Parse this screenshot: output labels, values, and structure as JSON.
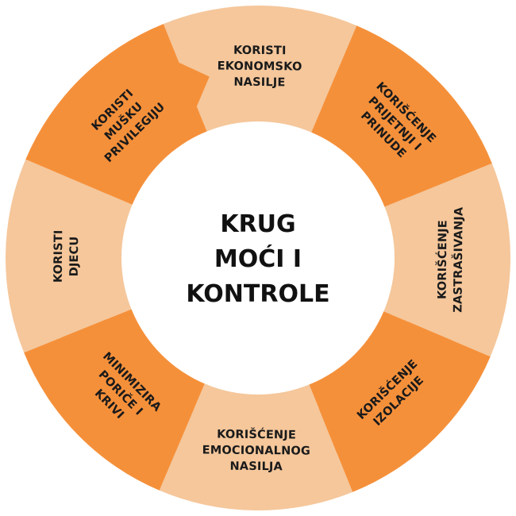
{
  "title_lines": [
    "KRUG",
    "MOĆI I",
    "KONTROLE"
  ],
  "colors": {
    "dark_orange": "#f5903a",
    "light_peach": "#f5c79b",
    "center": "#ffffff",
    "text": "#1a1a1a"
  },
  "segments": [
    {
      "id": "ekonomsko",
      "lines": [
        "KORISTI",
        "EKONOMSKO",
        "NASILJE"
      ],
      "tone": "light_peach"
    },
    {
      "id": "prijetnji",
      "lines": [
        "KORIŠĆENJE",
        "PRIJETNJI I",
        "PRINUDE"
      ],
      "tone": "dark_orange"
    },
    {
      "id": "zastrasivanja",
      "lines": [
        "KORIŠĆENJE",
        "ZASTRAŠIVANJA"
      ],
      "tone": "light_peach"
    },
    {
      "id": "izolacije",
      "lines": [
        "KORIŠĆENJE",
        "IZOLACIJE"
      ],
      "tone": "dark_orange"
    },
    {
      "id": "emocionalnog",
      "lines": [
        "KORIŠĆENJE",
        "EMOCIONALNOG",
        "NASILJA"
      ],
      "tone": "light_peach"
    },
    {
      "id": "minimizira",
      "lines": [
        "MINIMIZIRA",
        "PORIČE I",
        "KRIVI"
      ],
      "tone": "dark_orange"
    },
    {
      "id": "djecu",
      "lines": [
        "KORISTI",
        "DJECU"
      ],
      "tone": "light_peach"
    },
    {
      "id": "privilegiju",
      "lines": [
        "KORISTI",
        "MUŠKU",
        "PRIVILEGIJU"
      ],
      "tone": "dark_orange"
    }
  ]
}
